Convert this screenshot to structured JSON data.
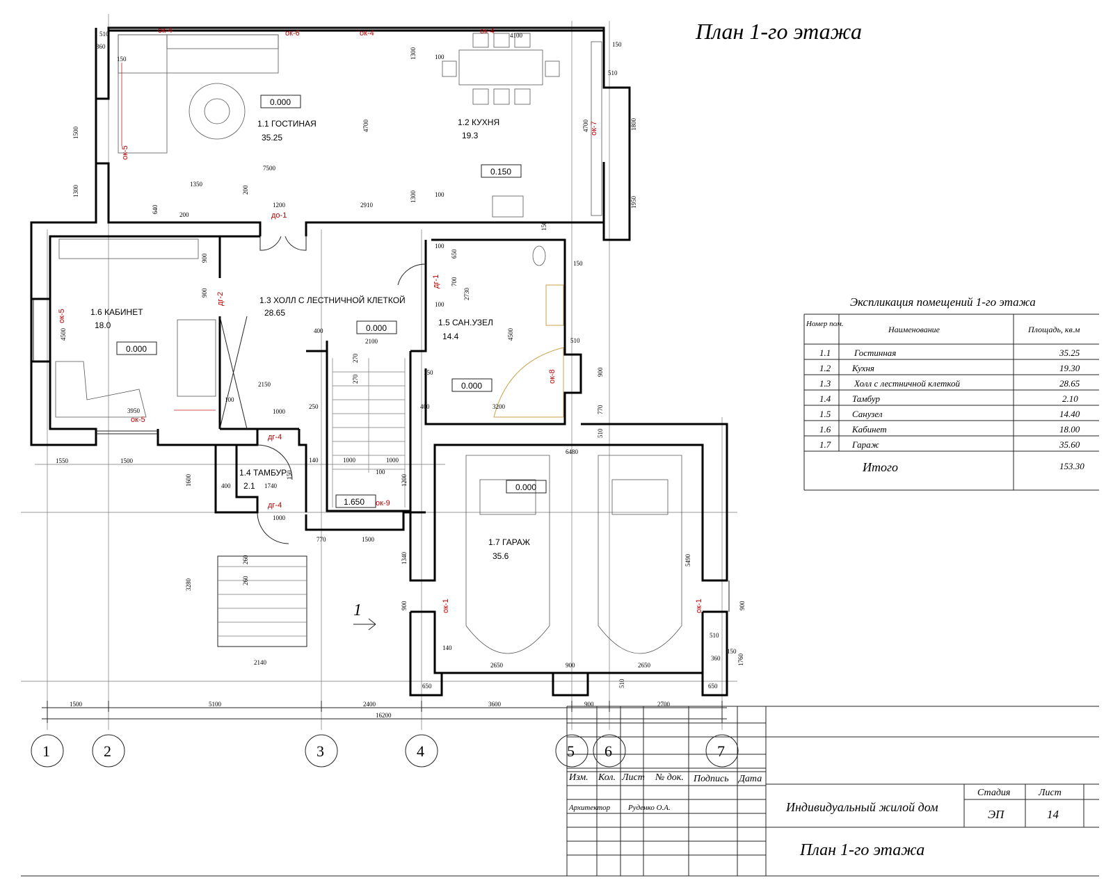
{
  "title": "План 1-го этажа",
  "rooms": [
    {
      "num": "1.1",
      "name": "ГОСТИНАЯ",
      "area": "35.25"
    },
    {
      "num": "1.2",
      "name": "КУХНЯ",
      "area": "19.3"
    },
    {
      "num": "1.3",
      "name": "ХОЛЛ С ЛЕСТНИЧНОЙ КЛЕТКОЙ",
      "area": "28.65"
    },
    {
      "num": "1.4",
      "name": "ТАМБУР",
      "area": "2.1"
    },
    {
      "num": "1.5",
      "name": "САН.УЗЕЛ",
      "area": "14.4"
    },
    {
      "num": "1.6",
      "name": "КАБИНЕТ",
      "area": "18.0"
    },
    {
      "num": "1.7",
      "name": "ГАРАЖ",
      "area": "35.6"
    }
  ],
  "levels": [
    "0.000",
    "0.150",
    "0.000",
    "0.000",
    "0.000",
    "0.000",
    "1.650"
  ],
  "marks": {
    "ok4": "ок-4",
    "ok6": "ок-6",
    "ok5": "ок-5",
    "ok7": "ок-7",
    "ok8": "ок-8",
    "ok9": "ок-9",
    "ok1": "ок-1",
    "do1": "до-1",
    "dg1": "дг-1",
    "dg2": "дг-2",
    "dg4": "дг-4"
  },
  "dims": {
    "d510": "510",
    "d360": "360",
    "d150": "150",
    "d1500": "1500",
    "d1300": "1300",
    "d4700": "4700",
    "d4100": "4100",
    "d100": "100",
    "d1800": "1800",
    "d1950": "1950",
    "d7500": "7500",
    "d1350": "1350",
    "d200": "200",
    "d640": "640",
    "d1200": "1200",
    "d2910": "2910",
    "d900": "900",
    "d650": "650",
    "d700": "700",
    "d2730": "2730",
    "d4500": "4500",
    "d400": "400",
    "d2100": "2100",
    "d270": "270",
    "d2150": "2150",
    "d1000": "1000",
    "d250": "250",
    "d3950": "3950",
    "d1550": "1550",
    "d3200": "3200",
    "d6480": "6480",
    "d770": "770",
    "d1600": "1600",
    "d140": "140",
    "d1740": "1740",
    "d3280": "3280",
    "d260": "260",
    "d1340": "1340",
    "d5490": "5490",
    "d2650": "2650",
    "d2140": "2140",
    "d1760": "1760",
    "d5100": "5100",
    "d2400": "2400",
    "d3600": "3600",
    "d2700": "2700",
    "d16200": "16200"
  },
  "axes": [
    "1",
    "2",
    "3",
    "4",
    "5",
    "6",
    "7"
  ],
  "section_mark": "1",
  "explication": {
    "title": "Экспликация помещений 1-го этажа",
    "headers": {
      "num": "Номер пом.",
      "name": "Наименование",
      "area": "Площадь, кв.м"
    },
    "rows": [
      {
        "num": "1.1",
        "name": "Гостинная",
        "area": "35.25"
      },
      {
        "num": "1.2",
        "name": "Кухня",
        "area": "19.30"
      },
      {
        "num": "1.3",
        "name": "Холл с лестничной клеткой",
        "area": "28.65"
      },
      {
        "num": "1.4",
        "name": "Тамбур",
        "area": "2.10"
      },
      {
        "num": "1.5",
        "name": "Санузел",
        "area": "14.40"
      },
      {
        "num": "1.6",
        "name": "Кабинет",
        "area": "18.00"
      },
      {
        "num": "1.7",
        "name": "Гараж",
        "area": "35.60"
      }
    ],
    "total_label": "Итого",
    "total_value": "153.30"
  },
  "stamp": {
    "cols": [
      "Изм.",
      "Кол.",
      "Лист",
      "№ док.",
      "Подпись",
      "Дата"
    ],
    "role": "Архитектор",
    "person": "Руденко О.А.",
    "project": "Индивидуальный жилой дом",
    "sheet_title": "План 1-го этажа",
    "stage_label": "Стадия",
    "sheet_label": "Лист",
    "stage_value": "ЭП",
    "sheet_value": "14"
  }
}
